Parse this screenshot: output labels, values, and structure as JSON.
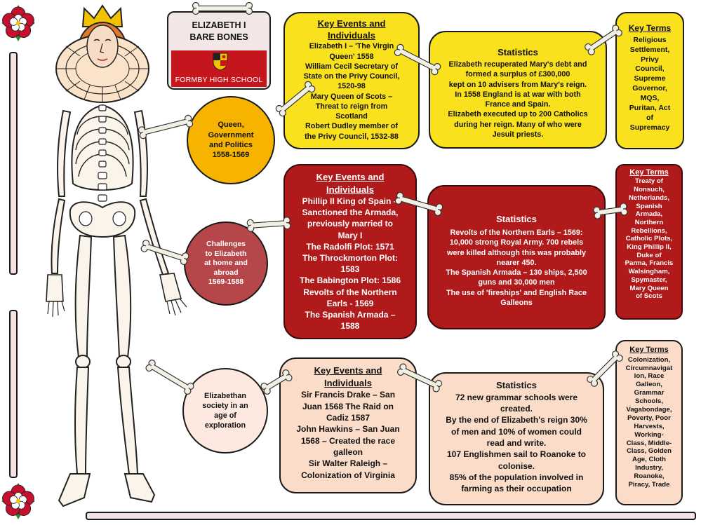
{
  "header": {
    "title_line1": "ELIZABETH I",
    "title_line2": "BARE BONES",
    "school": "FORMBY HIGH SCHOOL"
  },
  "sections": [
    {
      "circle_lines": [
        "Queen,",
        "Government",
        "and Politics",
        "1558-1569"
      ],
      "events": {
        "heading_lines": [
          "Key Events and",
          "Individuals"
        ],
        "lines": [
          "Elizabeth I – 'The Virgin",
          "Queen' 1558",
          "William Cecil Secretary of",
          "State on the Privy Council,",
          "1520-98",
          "Mary Queen of Scots –",
          "Threat to reign from",
          "Scotland",
          "Robert Dudley member of",
          "the Privy Council, 1532-88"
        ]
      },
      "stats": {
        "heading": "Statistics",
        "lines": [
          "Elizabeth recuperated Mary's debt and",
          "formed a surplus of £300,000",
          "kept on 10 advisers from Mary's reign.",
          "In 1558 England is at war with both",
          "France and Spain.",
          "Elizabeth executed up to 200 Catholics",
          "during her reign. Many of who were",
          "Jesuit priests."
        ]
      },
      "terms": {
        "heading": "Key Terms",
        "lines": [
          "Religious",
          "Settlement,",
          "Privy",
          "Council,",
          "Supreme",
          "Governor,",
          "MQS,",
          "Puritan, Act",
          "of",
          "Supremacy"
        ]
      }
    },
    {
      "circle_lines": [
        "Challenges",
        "to Elizabeth",
        "at home and",
        "abroad",
        "1569-1588"
      ],
      "events": {
        "heading_lines": [
          "Key Events and",
          "Individuals"
        ],
        "lines": [
          "Phillip II King of Spain –",
          "Sanctioned the Armada,",
          "previously married to",
          "Mary I",
          "The Radolfi Plot: 1571",
          "The Throckmorton Plot:",
          "1583",
          "The Babington Plot: 1586",
          "Revolts of the Northern",
          "Earls - 1569",
          "The Spanish Armada –",
          "1588"
        ]
      },
      "stats": {
        "heading": "Statistics",
        "lines": [
          "Revolts of the Northern Earls – 1569:",
          "10,000 strong Royal Army. 700 rebels",
          "were killed although this was probably",
          "nearer 450.",
          "The Spanish Armada – 130 ships, 2,500",
          "guns and 30,000 men",
          "The use of 'fireships' and English Race",
          "Galleons"
        ]
      },
      "terms": {
        "heading": "Key Terms",
        "lines": [
          "Treaty of",
          "Nonsuch,",
          "Netherlands,",
          "Spanish",
          "Armada,",
          "Northern",
          "Rebellions,",
          "Catholic Plots,",
          "King Phillip II,",
          "Duke of",
          "Parma, Francis",
          "Walsingham,",
          "Spymaster,",
          "Mary Queen",
          "of Scots"
        ]
      }
    },
    {
      "circle_lines": [
        "Elizabethan",
        "society in an",
        "age of",
        "exploration"
      ],
      "events": {
        "heading_lines": [
          "Key Events and",
          "Individuals"
        ],
        "lines": [
          "Sir Francis Drake – San",
          "Juan 1568 The Raid on",
          "Cadiz 1587",
          "John Hawkins – San Juan",
          "1568 – Created the race",
          "galleon",
          "Sir Walter Raleigh –",
          "Colonization of Virginia"
        ]
      },
      "stats": {
        "heading": "Statistics",
        "lines": [
          "72 new grammar schools were",
          "created.",
          "By the end of Elizabeth's reign 30%",
          "of men and 10% of women could",
          "read and write.",
          "107 Englishmen sail to Roanoke to",
          "colonise.",
          "85% of the population involved in",
          "farming as their occupation"
        ]
      },
      "terms": {
        "heading": "Key Terms",
        "lines": [
          "Colonization,",
          "Circumnavigat",
          "ion, Race",
          "Galleon,",
          "Grammar",
          "Schools,",
          "Vagabondage,",
          "Poverty, Poor",
          "Harvests,",
          "Working-",
          "Class, Middle-",
          "Class, Golden",
          "Age, Cloth",
          "Industry,",
          "Roanoke,",
          "Piracy, Trade"
        ]
      }
    }
  ],
  "colors": {
    "yellow": "#f9e11e",
    "circle_gold": "#f6b400",
    "red": "#b01a1a",
    "circle_red": "#b5474a",
    "peach": "#fbdcc9",
    "circle_peach": "#fde9df"
  }
}
